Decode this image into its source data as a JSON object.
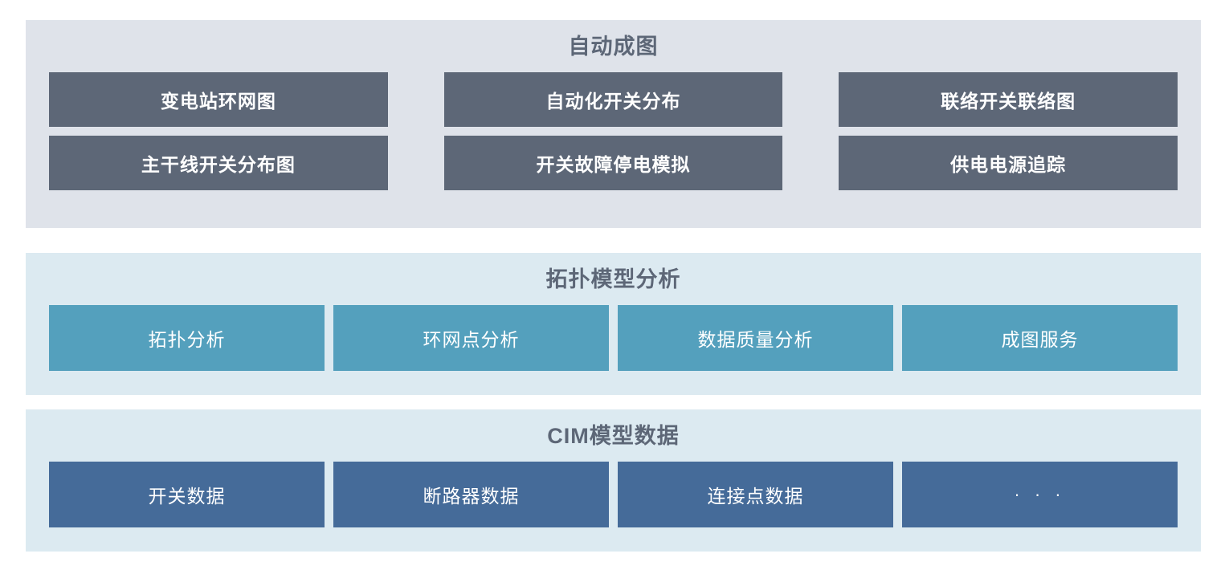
{
  "colors": {
    "page_background": "#ffffff",
    "panel_automapping_bg": "#dfe3ea",
    "panel_topology_bg": "#dceaf1",
    "panel_cim_bg": "#dceaf1",
    "title_text": "#5d6777",
    "tile_dark": "#5d6777",
    "tile_teal": "#54a0bd",
    "tile_blue": "#456b99",
    "tile_text": "#ffffff"
  },
  "panels": [
    {
      "id": "auto-mapping",
      "title": "自动成图",
      "rows": [
        [
          {
            "label": "变电站环网图"
          },
          {
            "label": "自动化开关分布"
          },
          {
            "label": "联络开关联络图"
          }
        ],
        [
          {
            "label": "主干线开关分布图"
          },
          {
            "label": "开关故障停电模拟"
          },
          {
            "label": "供电电源追踪"
          }
        ]
      ]
    },
    {
      "id": "topology-model-analysis",
      "title": "拓扑模型分析",
      "tiles": [
        {
          "label": "拓扑分析"
        },
        {
          "label": "环网点分析"
        },
        {
          "label": "数据质量分析"
        },
        {
          "label": "成图服务"
        }
      ]
    },
    {
      "id": "cim-model-data",
      "title": "CIM模型数据",
      "tiles": [
        {
          "label": "开关数据"
        },
        {
          "label": "断路器数据"
        },
        {
          "label": "连接点数据"
        },
        {
          "label": "· · ·"
        }
      ]
    }
  ]
}
